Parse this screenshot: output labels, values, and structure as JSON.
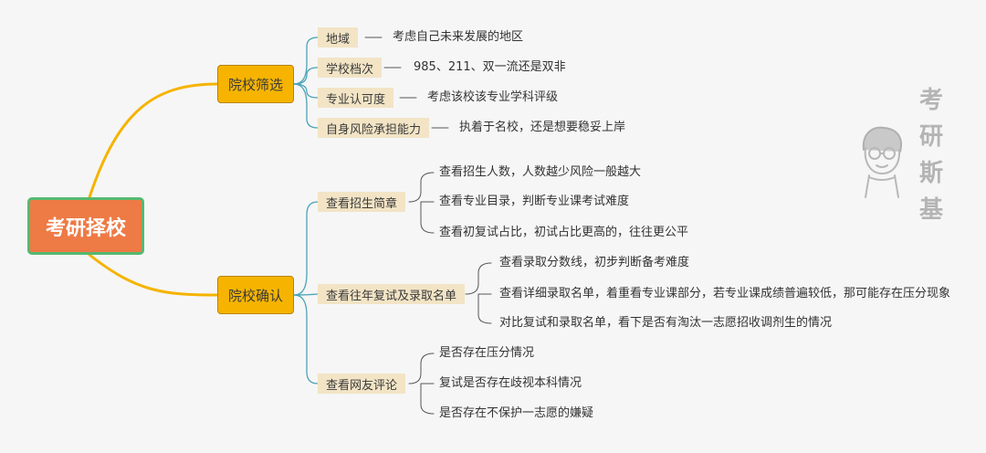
{
  "root": {
    "label": "考研择校"
  },
  "branches": [
    {
      "label": "院校筛选",
      "children": [
        {
          "label": "地域",
          "leaves": [
            "考虑自己未来发展的地区"
          ]
        },
        {
          "label": "学校档次",
          "leaves": [
            "985、211、双一流还是双非"
          ]
        },
        {
          "label": "专业认可度",
          "leaves": [
            "考虑该校该专业学科评级"
          ]
        },
        {
          "label": "自身风险承担能力",
          "leaves": [
            "执着于名校，还是想要稳妥上岸"
          ]
        }
      ]
    },
    {
      "label": "院校确认",
      "children": [
        {
          "label": "查看招生简章",
          "leaves": [
            "查看招生人数，人数越少风险一般越大",
            "查看专业目录，判断专业课考试难度",
            "查看初复试占比，初试占比更高的，往往更公平"
          ]
        },
        {
          "label": "查看往年复试及录取名单",
          "leaves": [
            "查看录取分数线，初步判断备考难度",
            "查看详细录取名单，着重看专业课部分，若专业课成绩普遍较低，那可能存在压分现象",
            "对比复试和录取名单，看下是否有淘汰一志愿招收调剂生的情况"
          ]
        },
        {
          "label": "查看网友评论",
          "leaves": [
            "是否存在压分情况",
            "复试是否存在歧视本科情况",
            "是否存在不保护一志愿的嫌疑"
          ]
        }
      ]
    }
  ],
  "watermark": {
    "chars": [
      "考",
      "研",
      "斯",
      "基"
    ]
  },
  "colors": {
    "root_fill": "#ee7a45",
    "root_border": "#56b870",
    "branch_fill": "#f6b400",
    "topic_fill": "#f2e4c5",
    "curve_root_to_branch": "#f5b300",
    "line_branch_to_topic": "#4ba3b5",
    "line_topic_to_leaf": "#555555",
    "watermark": "#b4b4b4"
  }
}
